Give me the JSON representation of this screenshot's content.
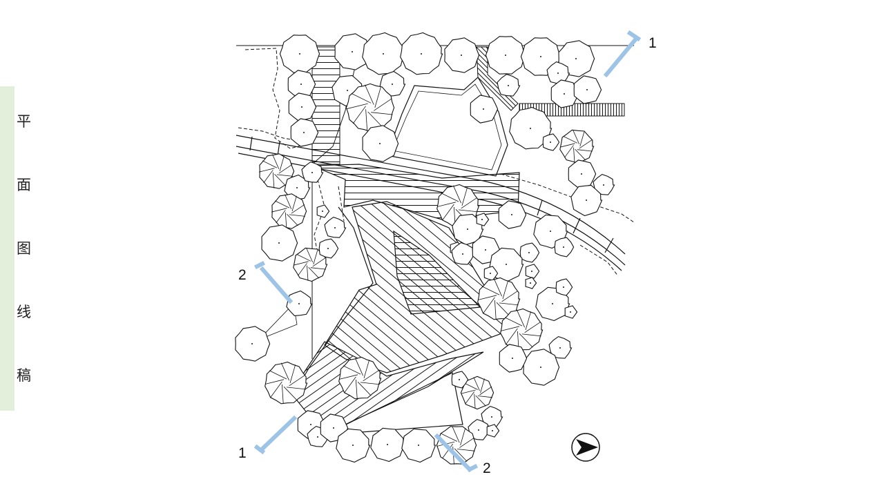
{
  "side_title": [
    "平",
    "面",
    "图",
    "线",
    "稿"
  ],
  "section_markers": [
    {
      "label": "1"
    },
    {
      "label": "2"
    },
    {
      "label": "1"
    },
    {
      "label": "2"
    }
  ],
  "colors": {
    "side_bar": "#e3eedb",
    "section_line": "#9dc3e6",
    "linework": "#111111"
  },
  "icons": [
    "north-arrow-icon"
  ]
}
